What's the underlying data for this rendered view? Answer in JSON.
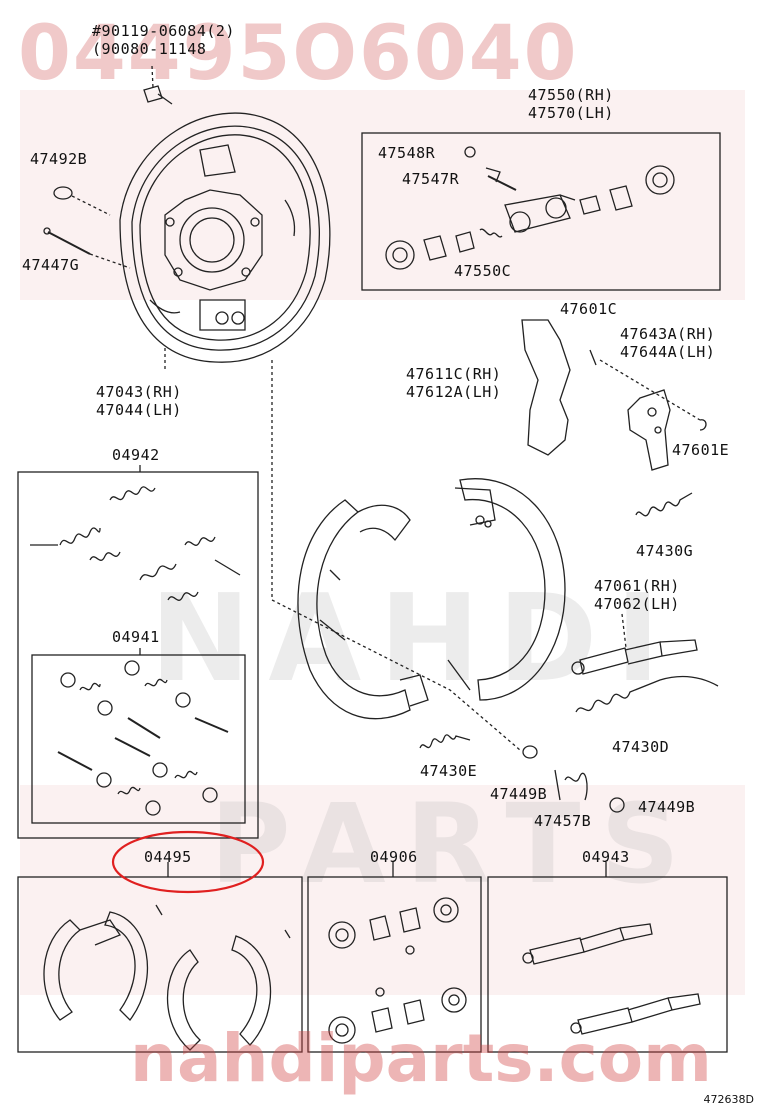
{
  "watermarks": {
    "part_number": "04495O6040",
    "site": "nahdiparts.com",
    "brand": "NAHDI",
    "parts": "PARTS"
  },
  "reference_code": "472638D",
  "labels": {
    "bolt_1": "#90119-06084(2)",
    "bolt_2": "(90080-11148",
    "l_47492B": "47492B",
    "l_47447G": "47447G",
    "l_47043": "47043(RH)",
    "l_47044": "47044(LH)",
    "l_47550": "47550(RH)",
    "l_47570": "47570(LH)",
    "l_47548R": "47548R",
    "l_47547R": "47547R",
    "l_47550C": "47550C",
    "l_47601C": "47601C",
    "l_47643A": "47643A(RH)",
    "l_47644A": "47644A(LH)",
    "l_47611C": "47611C(RH)",
    "l_47612A": "47612A(LH)",
    "l_47601E": "47601E",
    "l_47430G": "47430G",
    "l_47061": "47061(RH)",
    "l_47062": "47062(LH)",
    "l_47430D": "47430D",
    "l_47430E": "47430E",
    "l_47449B_1": "47449B",
    "l_47449B_2": "47449B",
    "l_47457B": "47457B",
    "l_04942": "04942",
    "l_04941": "04941",
    "l_04495": "04495",
    "l_04906": "04906",
    "l_04943": "04943"
  },
  "colors": {
    "line": "#222222",
    "highlight": "#e02020",
    "watermark_red": "#c83c3c"
  }
}
